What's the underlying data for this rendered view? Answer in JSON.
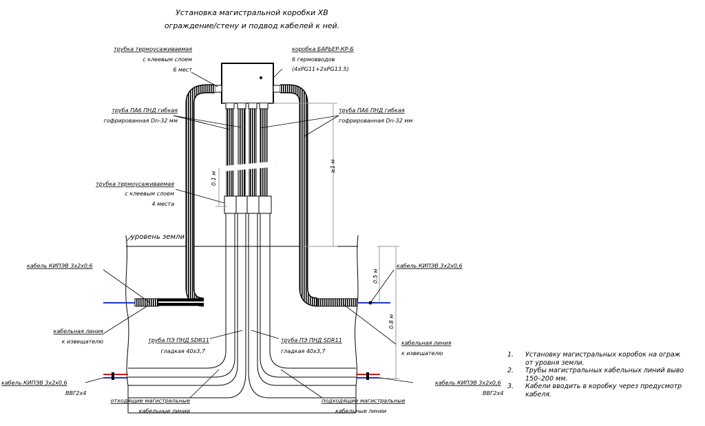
{
  "title": {
    "line1": "Установка магистральной коробки ХВ",
    "line2": "ограждение/стену и подвод кабелей к ней."
  },
  "labels": {
    "heat_shrink_6": {
      "l1": "трубка термоусаживаемая",
      "l2": "с клеевым слоем",
      "l3": "6 мест"
    },
    "box": {
      "l1": "коробка БАРЬЕР-КР-Б",
      "l2": "6 гермовводов",
      "l3": "(4xPG11+2xPG13.5)"
    },
    "corrugated_left": {
      "l1": "труба ПА6 ПНД гибкая",
      "l2": "гофрированная Dn-32 мм"
    },
    "corrugated_right": {
      "l1": "труба ПА6 ПНД гибкая",
      "l2": "гофрированная Dn-32 мм"
    },
    "heat_shrink_4": {
      "l1": "трубка термоусаживаемая",
      "l2": "с клеевым слоем",
      "l3": "4 места"
    },
    "ground_level": "уровень земли",
    "cable_left": "кабель КИПЭВ 3х2х0,6",
    "cable_right": "кабель КИПЭВ 3х2х0,6",
    "line_left": {
      "l1": "кабельная линия",
      "l2": "к извещателю"
    },
    "line_right": {
      "l1": "кабельная линия",
      "l2": "к извещателю"
    },
    "pipe_left": {
      "l1": "труба ПЭ ПНД SDR11",
      "l2": "гладкая 40х3,7"
    },
    "pipe_right": {
      "l1": "труба ПЭ ПНД SDR11",
      "l2": "гладкая 40х3,7"
    },
    "trunk_bottom_left": {
      "l1": "кабель КИПЭВ 3х2х0,6",
      "l2": "ВВГ2х4"
    },
    "trunk_bottom_right": {
      "l1": "кабель КИПЭВ 3х2х0,6",
      "l2": "ВВГ2х4"
    },
    "outgoing": {
      "l1": "отходящие магистральные",
      "l2": "кабельные линии"
    },
    "incoming": {
      "l1": "подходящие магистральные",
      "l2": "кабельные линии"
    }
  },
  "dimensions": {
    "d1": "0.1 м",
    "d2": "≥1 м",
    "d3": "0.5 м",
    "d4": "0.8 м"
  },
  "notes": [
    {
      "num": "1.",
      "text": "Установку магистральных коробок на ограж",
      "text2": "от уровня земли."
    },
    {
      "num": "2.",
      "text": "Трубы магистральных кабельных линий выво",
      "text2": "150–200 мм."
    },
    {
      "num": "3.",
      "text": "Кабели вводить в коробку через предусмотр",
      "text2": "кабеля."
    }
  ],
  "colors": {
    "line": "#000000",
    "cable_blue": "#1a35c8",
    "cable_red": "#d21818",
    "dim": "#9a9a9a"
  }
}
